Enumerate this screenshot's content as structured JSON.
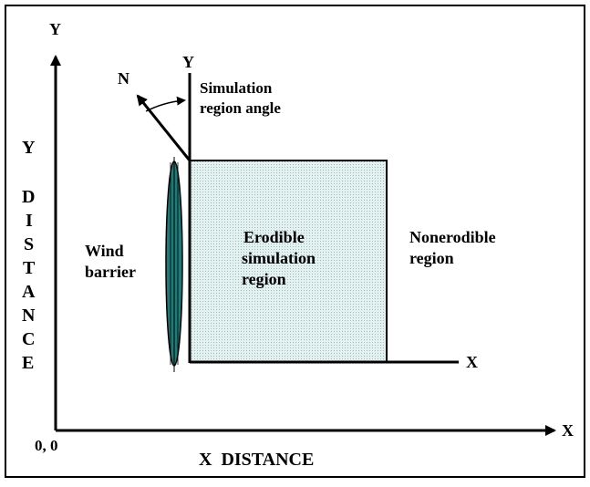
{
  "diagram": {
    "outer_axis": {
      "y_label": "Y",
      "x_label": "X",
      "origin_label": "0, 0",
      "y_title_top": "Y",
      "y_title_vertical": [
        "D",
        "I",
        "S",
        "T",
        "A",
        "N",
        "C",
        "E"
      ],
      "x_title": "X  DISTANCE"
    },
    "inner_axis": {
      "y_label": "Y",
      "x_label": "X"
    },
    "north_label": "N",
    "angle_label_line1": "Simulation",
    "angle_label_line2": "region angle",
    "wind_barrier_line1": "Wind",
    "wind_barrier_line2": "barrier",
    "erodible_line1": "Erodible",
    "erodible_line2": "simulation",
    "erodible_line3": "region",
    "nonerodible_line1": "Nonerodible",
    "nonerodible_line2": "region",
    "colors": {
      "erodible_fill": "#d8ecec",
      "barrier_fill": "#1f7a78",
      "border": "#000000"
    }
  }
}
